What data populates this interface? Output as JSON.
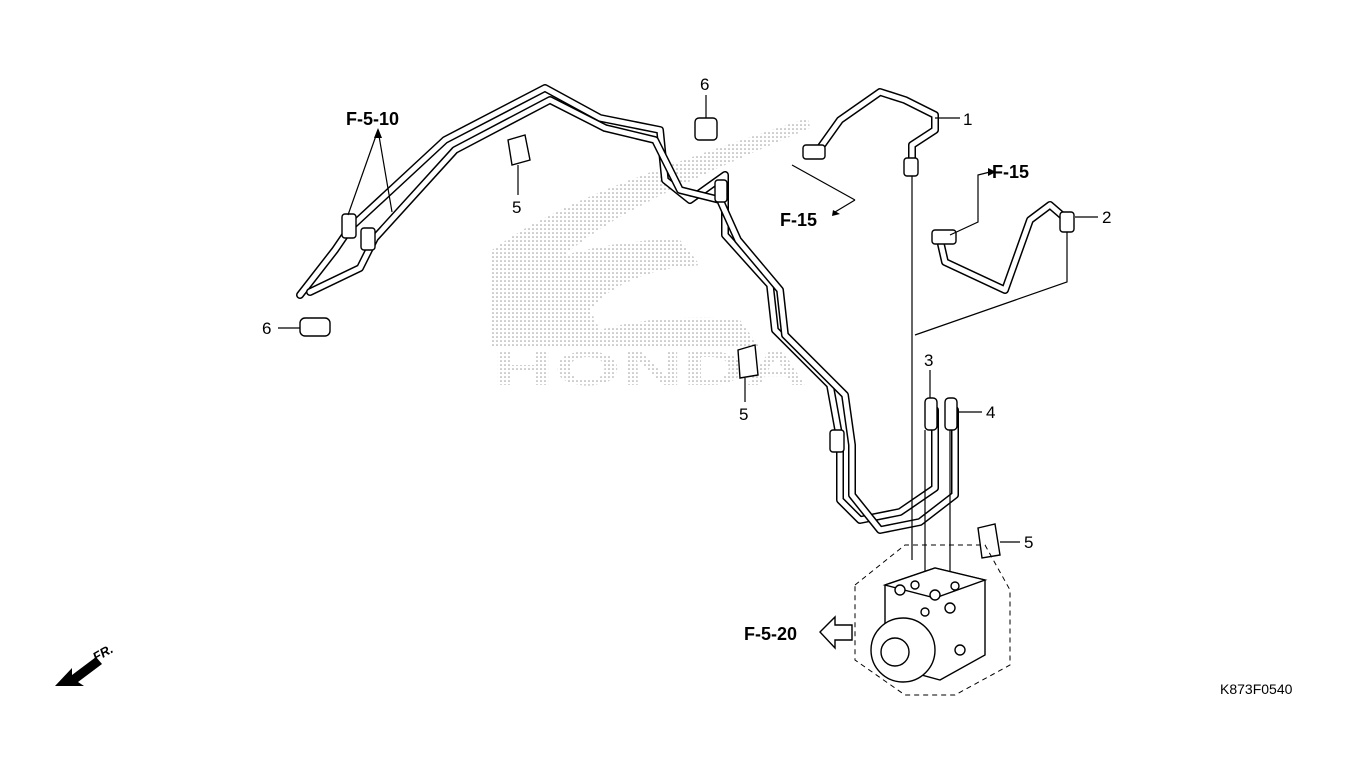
{
  "diagram": {
    "code": "K873F0540",
    "watermark_text": "HONDA",
    "front_label": "FR.",
    "references": {
      "f5_10": "F-5-10",
      "f15_top": "F-15",
      "f15_bottom": "F-15",
      "f5_20": "F-5-20"
    },
    "callouts": [
      {
        "id": "c1",
        "number": "1"
      },
      {
        "id": "c2",
        "number": "2"
      },
      {
        "id": "c3",
        "number": "3"
      },
      {
        "id": "c4",
        "number": "4"
      },
      {
        "id": "c5a",
        "number": "5"
      },
      {
        "id": "c5b",
        "number": "5"
      },
      {
        "id": "c5c",
        "number": "5"
      },
      {
        "id": "c6a",
        "number": "6"
      },
      {
        "id": "c6b",
        "number": "6"
      }
    ]
  },
  "colors": {
    "line": "#000000",
    "background": "#ffffff",
    "watermark_dot": "#9a9a9a"
  }
}
